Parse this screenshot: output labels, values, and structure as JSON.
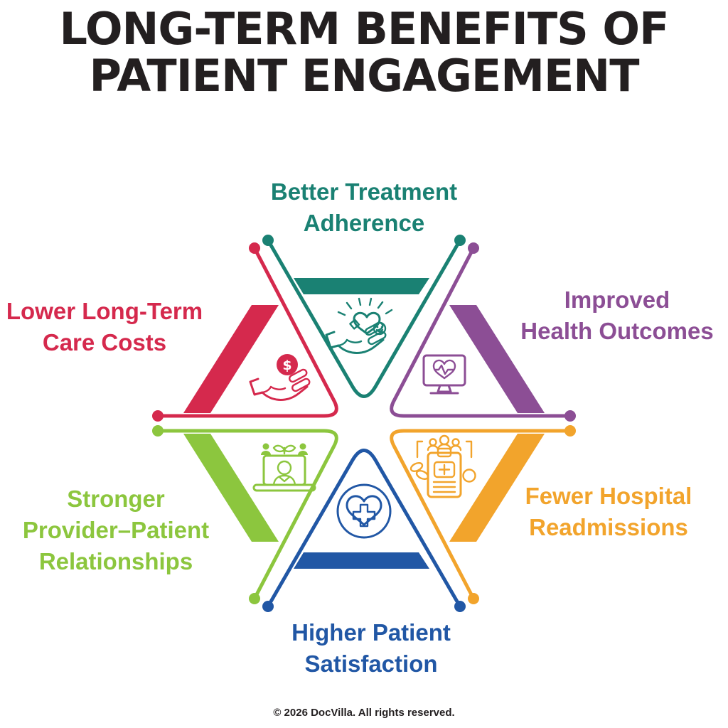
{
  "title": {
    "line1": "LONG-TERM BENEFITS OF",
    "line2": "PATIENT ENGAGEMENT"
  },
  "benefits": [
    {
      "id": "better-treatment-adherence",
      "lines": [
        "Better Treatment",
        "Adherence"
      ],
      "color": "#1A8173",
      "icon": "hand-holding-smiley-heart"
    },
    {
      "id": "improved-health-outcomes",
      "lines": [
        "Improved",
        "Health Outcomes"
      ],
      "color": "#8C4E95",
      "icon": "monitor-heartbeat"
    },
    {
      "id": "fewer-hospital-readmissions",
      "lines": [
        "Fewer Hospital",
        "Readmissions"
      ],
      "color": "#F2A42C",
      "icon": "patient-clipboard"
    },
    {
      "id": "higher-patient-satisfaction",
      "lines": [
        "Higher Patient",
        "Satisfaction"
      ],
      "color": "#2157A5",
      "icon": "heart-cross-circle"
    },
    {
      "id": "stronger-provider-patient-relationships",
      "lines": [
        "Stronger",
        "Provider–Patient",
        "Relationships"
      ],
      "color": "#8CC63E",
      "icon": "telehealth-laptop"
    },
    {
      "id": "lower-long-term-care-costs",
      "lines": [
        "Lower Long-Term",
        "Care Costs"
      ],
      "color": "#D5294D",
      "icon": "hand-dollar-coin",
      "coin_symbol": "$"
    }
  ],
  "footer": {
    "copyright": "© 2026 DocVilla. All rights reserved."
  },
  "colors": {
    "title_text": "#231F20",
    "background": "#FFFFFF"
  }
}
